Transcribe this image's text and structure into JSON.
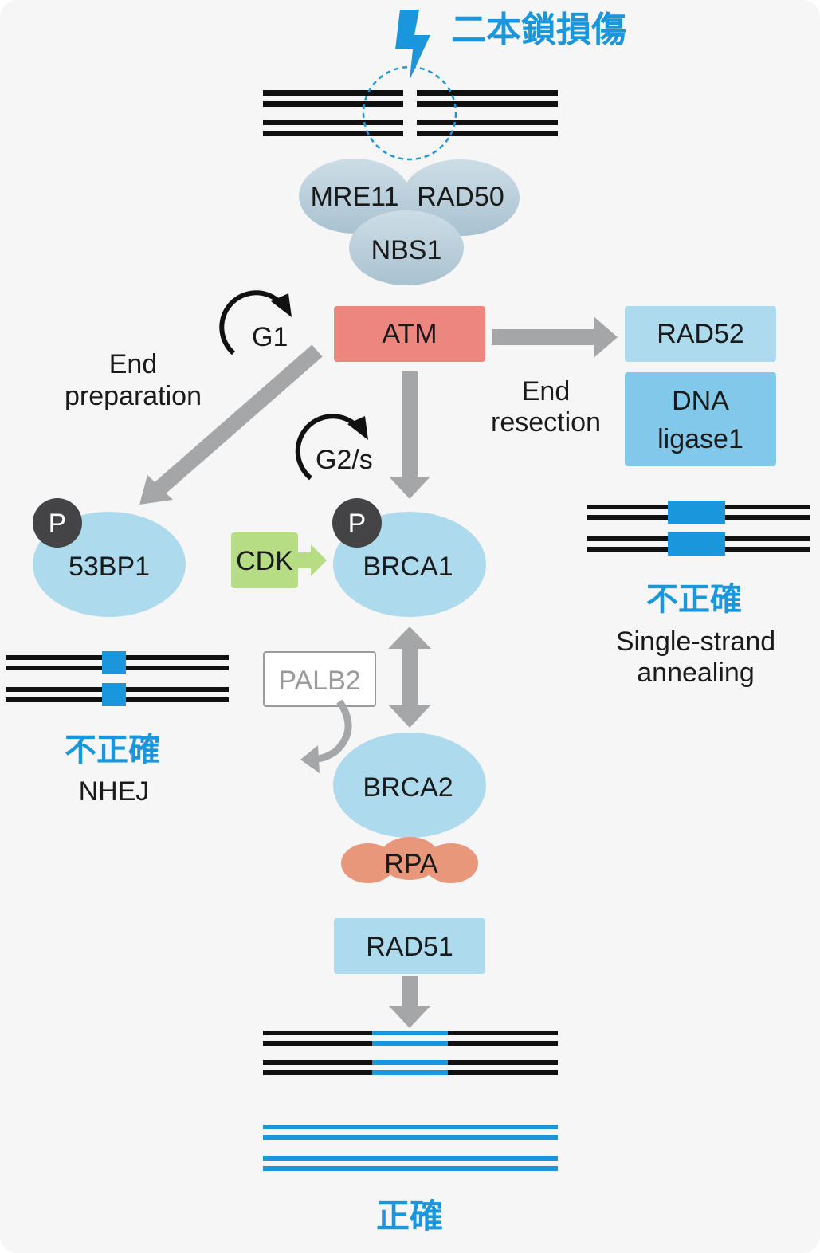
{
  "title": "二本鎖損傷",
  "complex": {
    "mre11": "MRE11",
    "rad50": "RAD50",
    "nbs1": "NBS1"
  },
  "atm": "ATM",
  "cycle_g1": "G1",
  "cycle_g2s": "G2/s",
  "end_preparation": [
    "End",
    "preparation"
  ],
  "end_resection": [
    "End",
    "resection"
  ],
  "rad52": "RAD52",
  "dna_ligase": [
    "DNA",
    "ligase1"
  ],
  "phospho": "P",
  "p53bp1": "53BP1",
  "cdk": "CDK",
  "brca1": "BRCA1",
  "palb2": "PALB2",
  "brca2": "BRCA2",
  "rpa": "RPA",
  "rad51": "RAD51",
  "ssa_accuracy": "不正確",
  "ssa_label": [
    "Single-strand",
    "annealing"
  ],
  "nhej_accuracy": "不正確",
  "nhej_label": "NHEJ",
  "hr_accuracy": "正確",
  "colors": {
    "accent_blue": "#1a96dc",
    "atm_red": "#ee8680",
    "light_blue": "#aedaee",
    "mid_blue": "#82c8ea",
    "cdk_green": "#b6dd84",
    "rpa_orange": "#e8977a",
    "complex_grey": "#c2d4de",
    "arrow_grey": "#a4a6a8",
    "dark_badge": "#444446"
  }
}
